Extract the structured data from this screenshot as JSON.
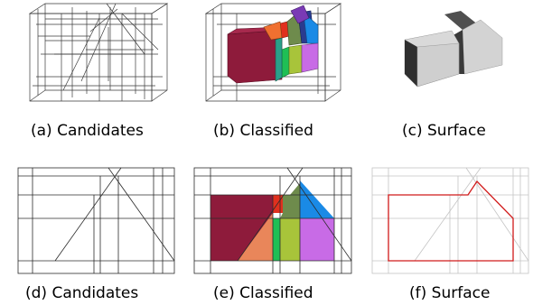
{
  "captions": {
    "a": "(a) Candidates",
    "b": "(b) Classified",
    "c": "(c) Surface",
    "d": "(d) Candidates",
    "e": "(e) Classified",
    "f": "(f) Surface"
  },
  "colors": {
    "wire": "#333333",
    "light_wire": "#bdbdbd",
    "surface_outline": "#d11a1a",
    "cell_maroon": "#8e1b3b",
    "cell_red": "#e0301e",
    "cell_orange": "#e9865a",
    "cell_olive": "#6e8b4c",
    "cell_blue": "#1a8ae6",
    "cell_green": "#1fbf55",
    "cell_lime": "#a8c43a",
    "cell_violet": "#c86be6",
    "roof_dark": "#555555",
    "wall_light": "#d6d6d6"
  }
}
